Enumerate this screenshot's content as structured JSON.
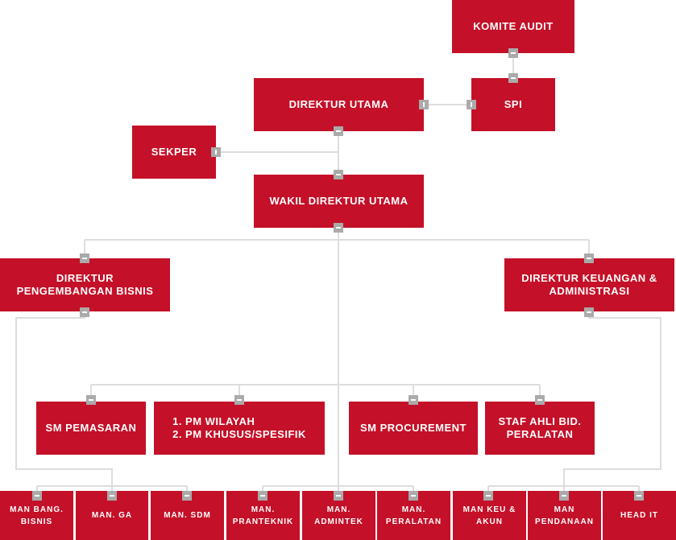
{
  "colors": {
    "box": "#c41028",
    "line": "#dddddd",
    "handle": "#aaaaaa"
  },
  "nodes": {
    "komite_audit": "KOMITE AUDIT",
    "spi": "SPI",
    "direktur_utama": "DIREKTUR UTAMA",
    "sekper": "SEKPER",
    "wakil_direktur_utama": "WAKIL DIREKTUR UTAMA",
    "direktur_pengembangan_bisnis": "DIREKTUR\nPENGEMBANGAN BISNIS",
    "direktur_keuangan": "DIREKTUR KEUANGAN &\nADMINISTRASI",
    "sm_pemasaran": "SM PEMASARAN",
    "pm": "1. PM WILAYAH\n2. PM KHUSUS/SPESIFIK",
    "sm_procurement": "SM PROCUREMENT",
    "staf_ahli": "STAF AHLI BID.\nPERALATAN"
  },
  "bottom_row": [
    "MAN BANG.\nBISNIS",
    "MAN. GA",
    "MAN. SDM",
    "MAN.\nPRANTEKNIK",
    "MAN.\nADMINTEK",
    "MAN.\nPERALATAN",
    "MAN KEU &\nAKUN",
    "MAN\nPENDANAAN",
    "HEAD IT"
  ]
}
